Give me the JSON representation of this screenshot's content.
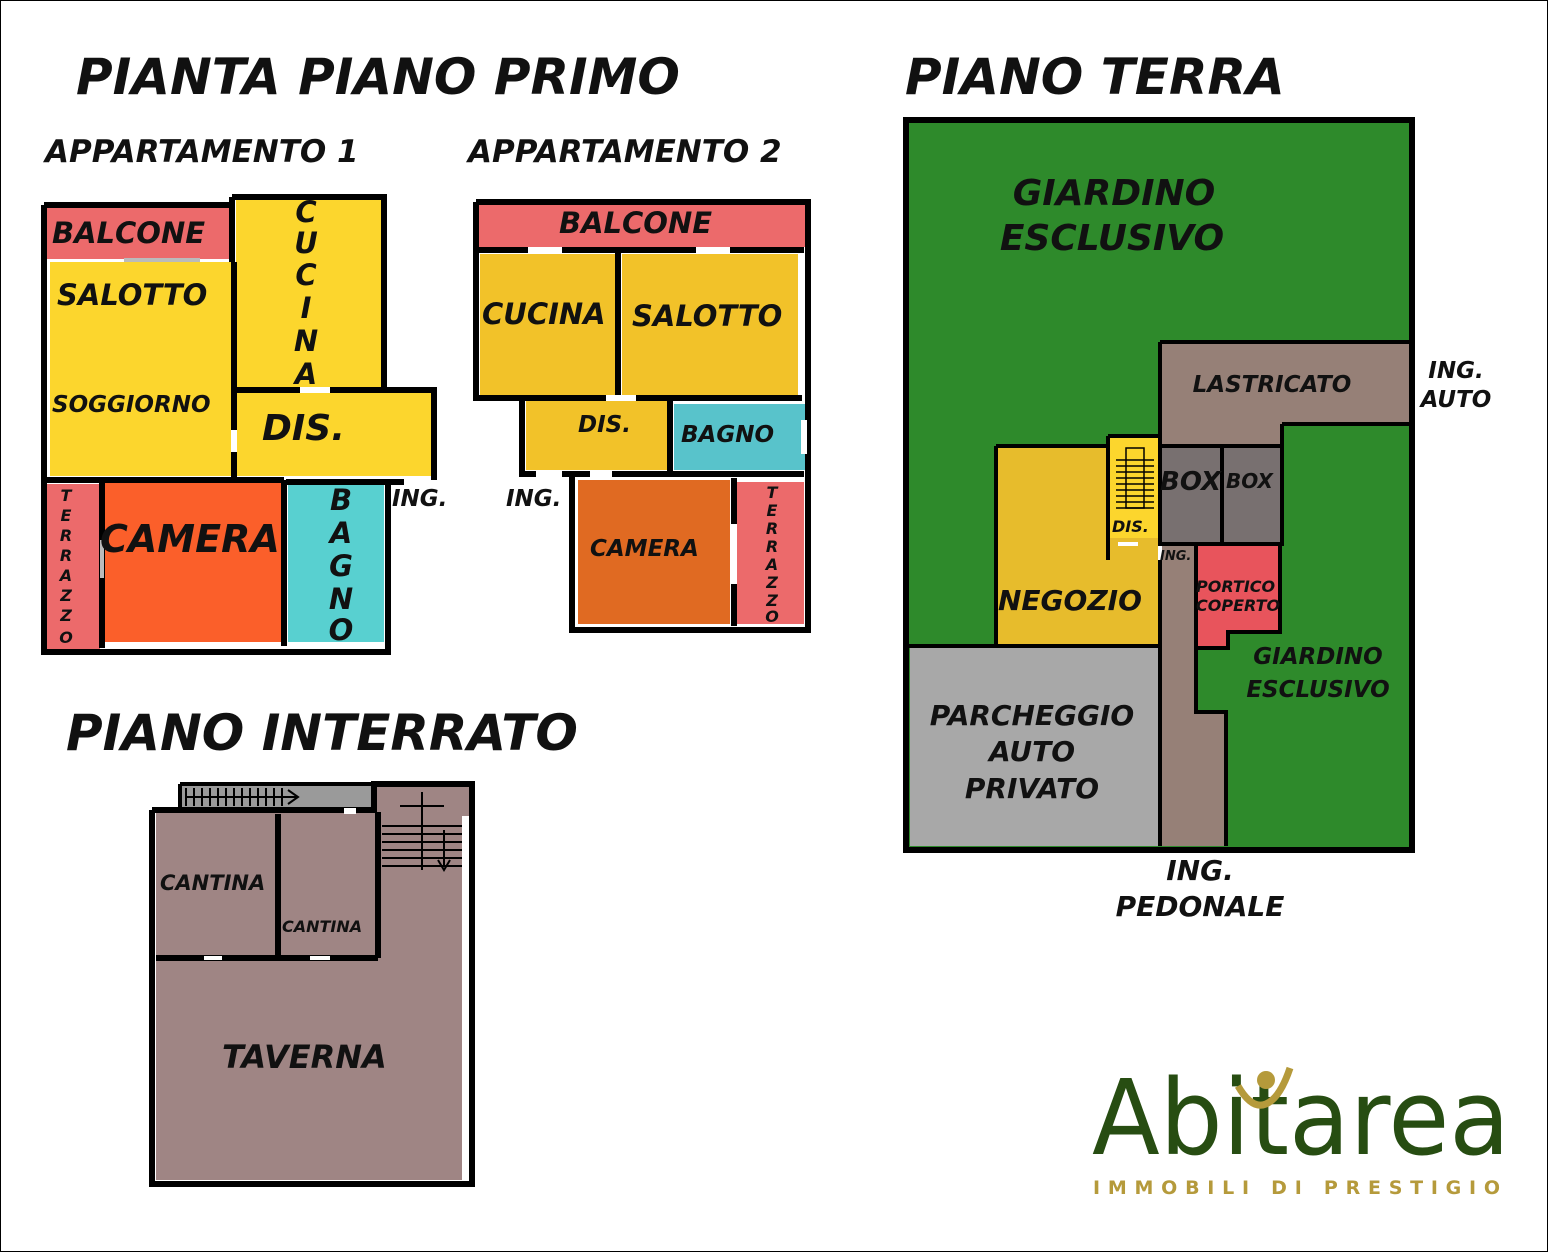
{
  "titles": {
    "primo": "PIANTA PIANO PRIMO",
    "terra": "PIANO TERRA",
    "interrato": "PIANO INTERRATO",
    "apt1": "APPARTAMENTO 1",
    "apt2": "APPARTAMENTO 2"
  },
  "apt1": {
    "balcone": "BALCONE",
    "salotto": "SALOTTO",
    "soggiorno": "SOGGIORNO",
    "cucina": "CUCINA",
    "dis": "DIS.",
    "camera": "CAMERA",
    "terrazzo": "TERRAZZO",
    "bagno": "BAGNO",
    "ing": "ING."
  },
  "apt2": {
    "balcone": "BALCONE",
    "cucina": "CUCINA",
    "salotto": "SALOTTO",
    "dis": "DIS.",
    "bagno": "BAGNO",
    "ing": "ING.",
    "camera": "CAMERA",
    "terrazzo": "TERRAZZO"
  },
  "interrato": {
    "cantina1": "CANTINA",
    "cantina2": "CANTINA",
    "taverna": "TAVERNA"
  },
  "terra": {
    "giardino_top_1": "GIARDINO",
    "giardino_top_2": "ESCLUSIVO",
    "lastricato": "LASTRICATO",
    "ing_auto_1": "ING.",
    "ing_auto_2": "AUTO",
    "box1": "BOX",
    "box2": "BOX",
    "dis": "DIS.",
    "ing": "ING.",
    "negozio": "NEGOZIO",
    "portico_1": "PORTICO",
    "portico_2": "COPERTO",
    "giardino_right_1": "GIARDINO",
    "giardino_right_2": "ESCLUSIVO",
    "parcheggio_1": "PARCHEGGIO",
    "parcheggio_2": "AUTO",
    "parcheggio_3": "PRIVATO",
    "ing_ped_1": "ING.",
    "ing_ped_2": "PEDONALE"
  },
  "logo": {
    "name": "Abitarea",
    "tagline": "IMMOBILI DI PRESTIGIO"
  },
  "colors": {
    "yellow": "#fcd62d",
    "yellow_dark": "#f2c229",
    "red_pink": "#ec6a6b",
    "orange": "#fb5f2a",
    "orange_dark": "#e06a22",
    "cyan": "#58d0d0",
    "green": "#2e8a2b",
    "gray": "#a8a8a8",
    "mauve": "#9f8584",
    "taupe": "#968077",
    "logo_green": "#274d12",
    "logo_gold": "#b59a3b"
  }
}
